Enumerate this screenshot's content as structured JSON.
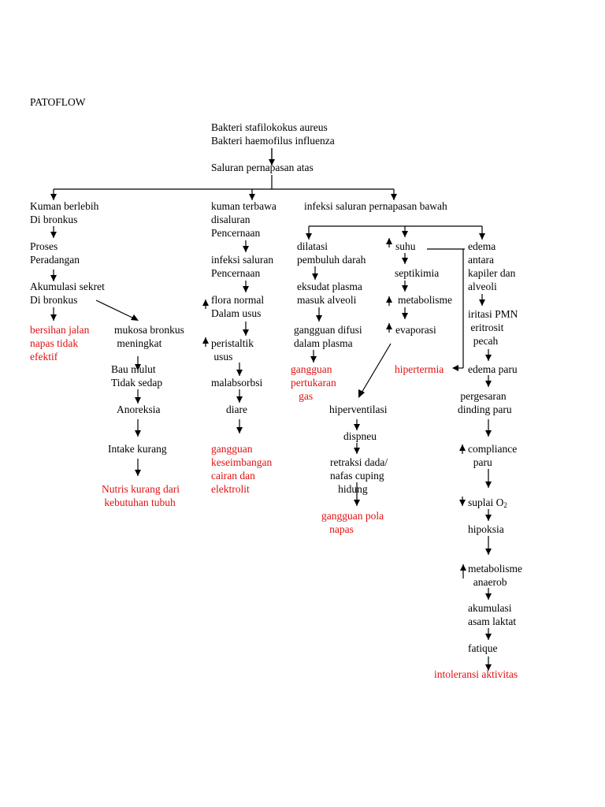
{
  "title": "PATOFLOW",
  "top": {
    "bacteria1": "Bakteri stafilokokus aureus",
    "bacteria2": "Bakteri haemofilus influenza",
    "upper_tract": "Saluran pernapasan atas"
  },
  "left": {
    "kuman_berlebih": "Kuman berlebih\nDi bronkus",
    "proses": "Proses\nPeradangan",
    "akumulasi": "Akumulasi sekret\nDi bronkus",
    "bersihan": "bersihan jalan\nnapas tidak\nefektif",
    "mukosa": "mukosa bronkus\n meningkat",
    "bau": "Bau mulut\nTidak sedap",
    "anoreksia": "Anoreksia",
    "intake": "Intake kurang",
    "nutris": "Nutris kurang dari\n kebutuhan tubuh"
  },
  "middle": {
    "kuman_terbawa": "kuman terbawa\ndisaluran\nPencernaan",
    "infeksi_pencernaan": "infeksi saluran\nPencernaan",
    "flora": "flora normal\nDalam usus",
    "peristaltik": "peristaltik\n usus",
    "malabsorbsi": "malabsorbsi",
    "diare": "diare",
    "gangguan_cairan": "gangguan\nkeseimbangan\ncairan dan\nelektrolit"
  },
  "right": {
    "infeksi_bawah": "infeksi saluran pernapasan bawah",
    "dilatasi": "dilatasi\npembuluh darah",
    "eksudat": "eksudat plasma\nmasuk alveoli",
    "gangguan_difusi": "gangguan difusi\ndalam plasma",
    "gangguan_pertukaran": "gangguan\npertukaran\n   gas",
    "suhu": "suhu",
    "septikimia": "septikimia",
    "metabolisme": "metabolisme",
    "evaporasi": "evaporasi",
    "hipertermia": "hipertermia",
    "hiperventilasi": "hiperventilasi",
    "dispneu": "dispneu",
    "retraksi": "retraksi dada/\nnafas cuping\n   hidung",
    "gangguan_pola": "gangguan pola\n   napas",
    "edema": "edema\nantara\nkapiler dan\nalveoli",
    "iritasi": "iritasi PMN\n eritrosit\n  pecah",
    "edema_paru": "edema paru",
    "pergesaran": " pergesaran\ndinding paru",
    "compliance": "compliance\n  paru",
    "suplai": "suplai O",
    "suplai_sub": "2",
    "hipoksia": "hipoksia",
    "metabolisme_anaerob": "metabolisme\n  anaerob",
    "akumulasi_asam": "akumulasi\nasam laktat",
    "fatique": "fatique",
    "intoleransi": "intoleransi aktivitas"
  }
}
